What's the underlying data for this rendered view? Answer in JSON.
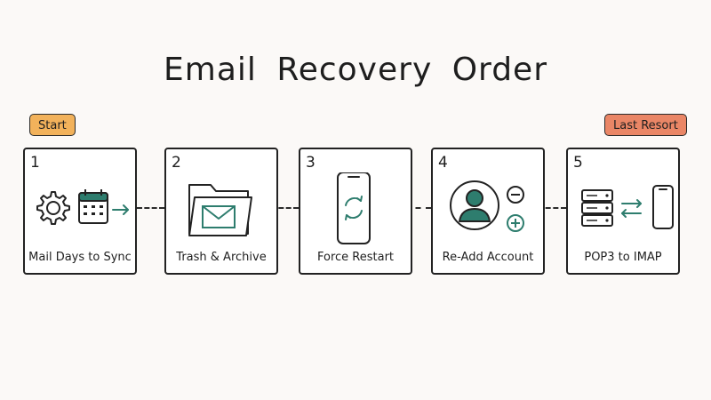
{
  "title": "Email Recovery Order",
  "tags": {
    "start": "Start",
    "last_resort": "Last Resort"
  },
  "steps": [
    {
      "number": "1",
      "label": "Mail Days to Sync",
      "icons": [
        "gear-icon",
        "calendar-icon",
        "arrow-right-icon"
      ]
    },
    {
      "number": "2",
      "label": "Trash & Archive",
      "icons": [
        "folder-envelope-icon"
      ]
    },
    {
      "number": "3",
      "label": "Force Restart",
      "icons": [
        "phone-refresh-icon"
      ]
    },
    {
      "number": "4",
      "label": "Re-Add Account",
      "icons": [
        "user-avatar-icon",
        "minus-circle-icon",
        "plus-circle-icon"
      ]
    },
    {
      "number": "5",
      "label": "POP3 to IMAP",
      "icons": [
        "server-icon",
        "swap-arrows-icon",
        "phone-icon"
      ]
    }
  ],
  "colors": {
    "accent_teal": "#2e7d6e",
    "start_tag": "#f2b25b",
    "last_resort_tag": "#ea8666",
    "stroke": "#222222"
  }
}
